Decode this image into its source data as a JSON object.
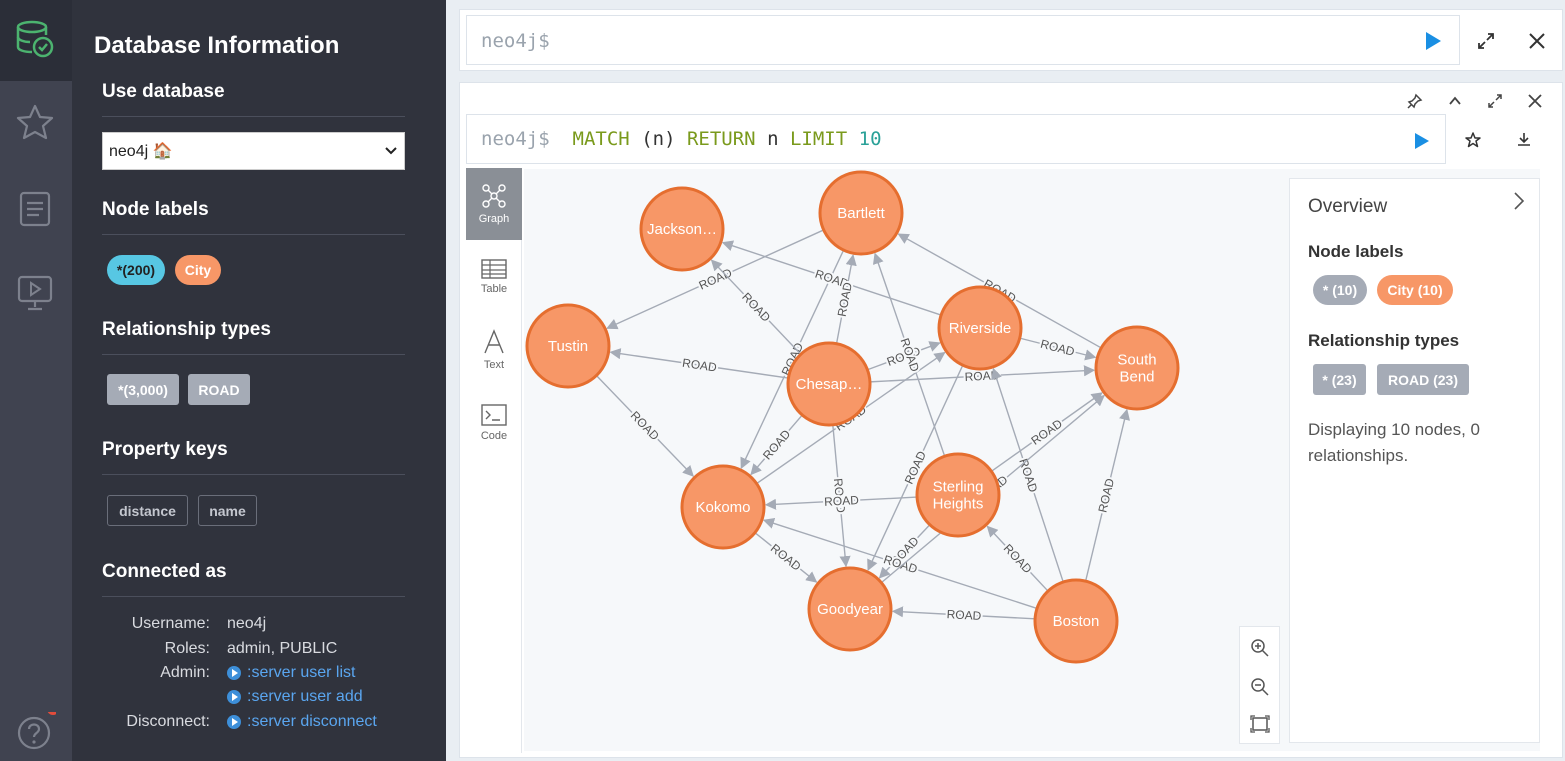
{
  "drawer": {
    "title": "Database Information",
    "use_database_heading": "Use database",
    "database_selected": "neo4j 🏠",
    "node_labels_heading": "Node labels",
    "node_labels": [
      {
        "label": "*(200)",
        "color": "#57c7e3"
      },
      {
        "label": "City",
        "color": "#f79767"
      }
    ],
    "relationship_types_heading": "Relationship types",
    "relationship_types": [
      "*(3,000)",
      "ROAD"
    ],
    "property_keys_heading": "Property keys",
    "property_keys": [
      "distance",
      "name"
    ],
    "connected_heading": "Connected as",
    "username_label": "Username:",
    "username": "neo4j",
    "roles_label": "Roles:",
    "roles": "admin, PUBLIC",
    "admin_label": "Admin:",
    "admin_links": [
      ":server user list",
      ":server user add"
    ],
    "disconnect_label": "Disconnect:",
    "disconnect_link": ":server disconnect"
  },
  "editor": {
    "prompt": "neo4j$"
  },
  "result": {
    "prompt": "neo4j$",
    "query": {
      "kw1": "MATCH",
      "p": "(n)",
      "kw2": "RETURN",
      "v": "n",
      "kw3": "LIMIT",
      "num": "10"
    },
    "tabs": [
      "Graph",
      "Table",
      "Text",
      "Code"
    ]
  },
  "overview": {
    "title": "Overview",
    "node_labels_heading": "Node labels",
    "node_labels": [
      "* (10)",
      "City (10)"
    ],
    "relationship_types_heading": "Relationship types",
    "relationship_types": [
      "* (23)",
      "ROAD (23)"
    ],
    "summary": "Displaying 10 nodes, 0 relationships."
  },
  "graph": {
    "node_color": "#f79767",
    "node_stroke": "#e56e2f",
    "edge_label": "ROAD",
    "nodes": {
      "jackson": [
        "Jackson…"
      ],
      "bartlett": [
        "Bartlett"
      ],
      "tustin": [
        "Tustin"
      ],
      "riverside": [
        "Riverside"
      ],
      "chesap": [
        "Chesap…"
      ],
      "southbend": [
        "South",
        "Bend"
      ],
      "kokomo": [
        "Kokomo"
      ],
      "sterling": [
        "Sterling",
        "Heights"
      ],
      "goodyear": [
        "Goodyear"
      ],
      "boston": [
        "Boston"
      ]
    }
  }
}
